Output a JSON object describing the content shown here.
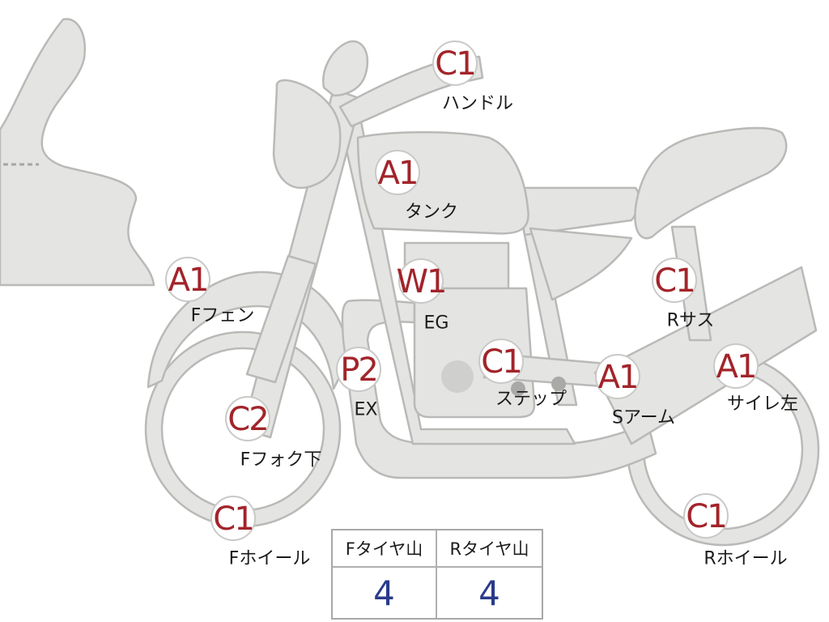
{
  "parts": [
    {
      "id": "handle",
      "grade": "C1",
      "label": "ハンドル"
    },
    {
      "id": "tank",
      "grade": "A1",
      "label": "タンク"
    },
    {
      "id": "f-fender",
      "grade": "A1",
      "label": "Fフェン"
    },
    {
      "id": "engine",
      "grade": "W1",
      "label": "EG"
    },
    {
      "id": "r-suspension",
      "grade": "C1",
      "label": "Rサス"
    },
    {
      "id": "exhaust",
      "grade": "P2",
      "label": "EX"
    },
    {
      "id": "step",
      "grade": "C1",
      "label": "ステップ"
    },
    {
      "id": "swing-arm",
      "grade": "A1",
      "label": "Sアーム"
    },
    {
      "id": "side-cover-left",
      "grade": "A1",
      "label": "サイレ左"
    },
    {
      "id": "f-fork-lower",
      "grade": "C2",
      "label": "Fフォク下"
    },
    {
      "id": "f-wheel",
      "grade": "C1",
      "label": "Fホイール"
    },
    {
      "id": "r-wheel",
      "grade": "C1",
      "label": "Rホイール"
    }
  ],
  "tire_table": {
    "front_header": "Fタイヤ山",
    "rear_header": "Rタイヤ山",
    "front_value": "4",
    "rear_value": "4"
  },
  "colors": {
    "grade_text": "#a2242a",
    "part_fill": "#e4e4e2",
    "part_stroke": "#b9b9b7",
    "tire_value": "#2a3b8a"
  }
}
